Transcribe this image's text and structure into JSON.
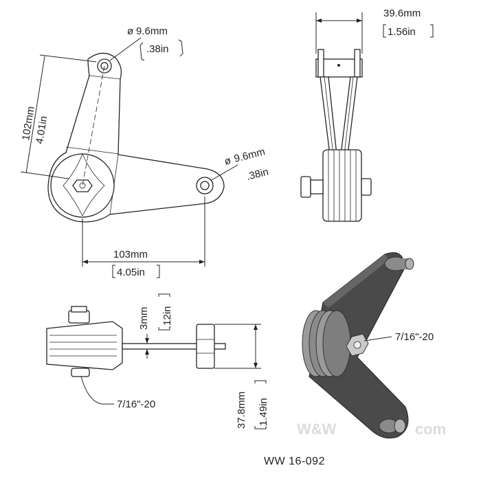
{
  "views": {
    "front": {
      "top_hole_diameter": "9.6mm",
      "top_hole_diameter_in": ".38in",
      "side_hole_diameter": "9.6mm",
      "side_hole_diameter_in": ".38in",
      "height_mm": "102mm",
      "height_in": "4.01in",
      "width_mm": "103mm",
      "width_in": "4.05in"
    },
    "side": {
      "width_mm": "39.6mm",
      "width_in": "1.56in"
    },
    "top": {
      "thickness_mm": "3mm",
      "thickness_in": ".12in",
      "depth_mm": "37.8mm",
      "depth_in": "1.49in",
      "thread": "7/16\"-20"
    },
    "iso": {
      "thread": "7/16\"-20",
      "watermark_logo": "W&W",
      "watermark_site": "com"
    }
  },
  "diameter_symbol": "ø",
  "part_code": "WW 16-092"
}
